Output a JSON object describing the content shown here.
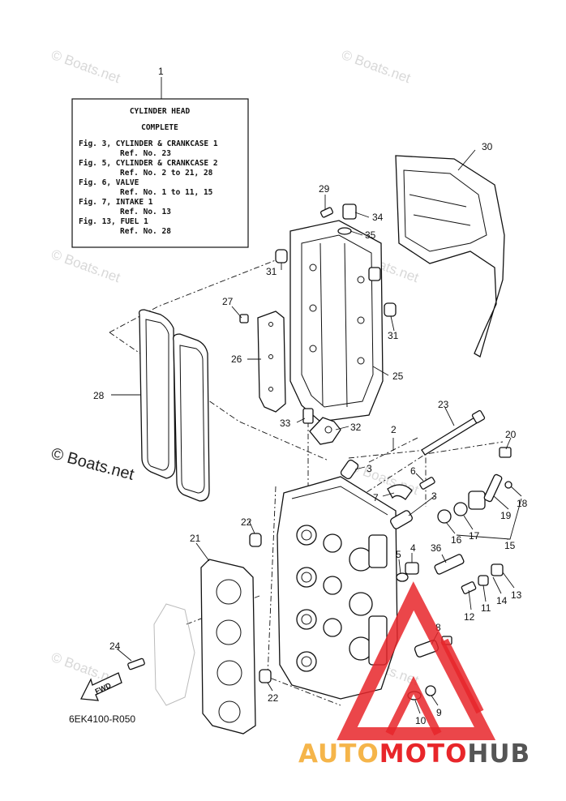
{
  "note_box": {
    "lines": [
      "CYLINDER HEAD",
      "COMPLETE",
      "Fig. 3, CYLINDER & CRANKCASE 1",
      "Ref. No. 23",
      "Fig. 5, CYLINDER & CRANKCASE 2",
      "Ref. No. 2 to 21, 28",
      "Fig. 6, VALVE",
      "Ref. No. 1 to 11, 15",
      "Fig. 7, INTAKE 1",
      "Ref. No. 13",
      "Fig. 13, FUEL 1",
      "Ref. No. 28"
    ]
  },
  "callouts": {
    "c1": "1",
    "c2": "2",
    "c3a": "3",
    "c3b": "3",
    "c4": "4",
    "c5": "5",
    "c6": "6",
    "c7": "7",
    "c8": "8",
    "c9": "9",
    "c10": "10",
    "c11": "11",
    "c12": "12",
    "c13": "13",
    "c14": "14",
    "c15": "15",
    "c16": "16",
    "c17": "17",
    "c18": "18",
    "c19": "19",
    "c20": "20",
    "c21": "21",
    "c22a": "22",
    "c22b": "22",
    "c23": "23",
    "c24": "24",
    "c25": "25",
    "c26": "26",
    "c27": "27",
    "c28": "28",
    "c29": "29",
    "c30": "30",
    "c31a": "31",
    "c31b": "31",
    "c32": "32",
    "c33": "33",
    "c34": "34",
    "c35": "35",
    "c36": "36"
  },
  "fwd_label": "FWD",
  "diagram_code": "6EK4100-R050",
  "watermarks": {
    "small": "© Boats.net",
    "large": "© Boats.net"
  },
  "logo": {
    "text": "AUTOMOTOHUB",
    "colors": {
      "auto": "#f5b54a",
      "moto": "#e8262a",
      "hub": "#555555",
      "triangle": "#e8262a"
    }
  }
}
